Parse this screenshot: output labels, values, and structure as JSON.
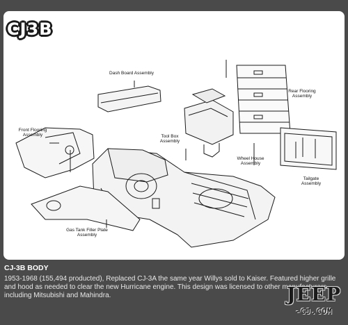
{
  "logo": {
    "text": "CJ3B"
  },
  "labels": {
    "dash_board": "Dash Board Assembly",
    "front_flooring": "Front Flooring Assembly",
    "tool_box": "Tool Box Assembly",
    "rear_flooring": "Rear Flooring Assembly",
    "wheel_house": "Wheel House Assembly",
    "tailgate": "Tailgate Assembly",
    "gas_tank": "Gas Tank Filler Plate Assembly"
  },
  "caption": {
    "title": "CJ-3B BODY",
    "body": "1953-1968 (155,494 producted), Replaced CJ-3A the same year Willys sold to Kaiser. Featured higher grille and hood as needed to clear the new Hurricane engine. This design was licensed to other manufacturers including Mitsubishi and Mahindra."
  },
  "watermark": {
    "brand": "JEEP",
    "site": "-CJ.COM"
  },
  "colors": {
    "background": "#474747",
    "panel": "#ffffff",
    "line": "#1a1a1a"
  }
}
